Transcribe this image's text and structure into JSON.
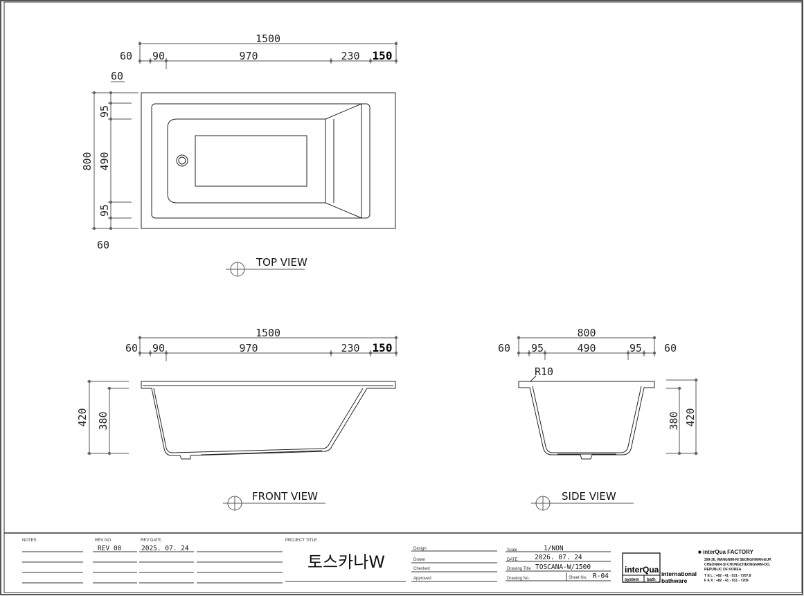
{
  "top_view": {
    "label": "TOP VIEW",
    "dims_horizontal": {
      "total": "1500",
      "a": "60",
      "b": "90",
      "c": "970",
      "d": "230",
      "e": "150"
    },
    "dims_vertical": {
      "top": "60",
      "a": "95",
      "b": "490",
      "c": "95",
      "bottom": "60",
      "total": "800"
    }
  },
  "front_view": {
    "label": "FRONT VIEW",
    "dims_horizontal": {
      "total": "1500",
      "a": "60",
      "b": "90",
      "c": "970",
      "d": "230",
      "e": "150"
    },
    "dims_vertical": {
      "outer": "420",
      "inner": "380"
    }
  },
  "side_view": {
    "label": "SIDE VIEW",
    "dims_horizontal": {
      "total": "800",
      "a": "60",
      "b": "95",
      "c": "490",
      "d": "95",
      "e": "60"
    },
    "dims_vertical": {
      "inner": "380",
      "outer": "420"
    },
    "radius_label": "R10"
  },
  "title_block": {
    "notes_label": "NOTES",
    "rev_no_label": "REV NO.",
    "rev_no_value": "REV 00",
    "rev_date_label": "REV DATE.",
    "rev_date_value": "2025. 07. 24",
    "project_title_label": "PROJECT TITLE",
    "project_title": "토스카나W",
    "design_label": "Design",
    "drawn_label": "Drawn",
    "checked_label": "Checked",
    "approved_label": "Approved",
    "scale_label": "Scale",
    "scale_value": "1/NON",
    "date_label": "DATE",
    "date_value": "2026. 07. 24",
    "drawing_title_label": "Drawing Title",
    "drawing_title_value": "TOSCANA-W/1500",
    "drawing_no_label": "Drawing No.",
    "sheet_no_label": "Sheet No.",
    "sheet_no_value": "R-04",
    "logo_main": "interQua",
    "logo_sub_left": "system",
    "logo_sub_right": "bath",
    "logo_side_1": "international",
    "logo_side_2": "bathware",
    "factory_title": "■ interQua  FACTORY",
    "address_1": "299-36, WANGNIM-RI SEONGHWAN-EUP,",
    "address_2": "CHEONAN-SI CHUNGCHEONGNAM-DO,",
    "address_3": "REPUBLIC OF KOREA",
    "tel": "T E L  : +82 - 41 - 531 - 7207,8",
    "fax": "F A X : +82 - 41 - 531 - 7209"
  }
}
